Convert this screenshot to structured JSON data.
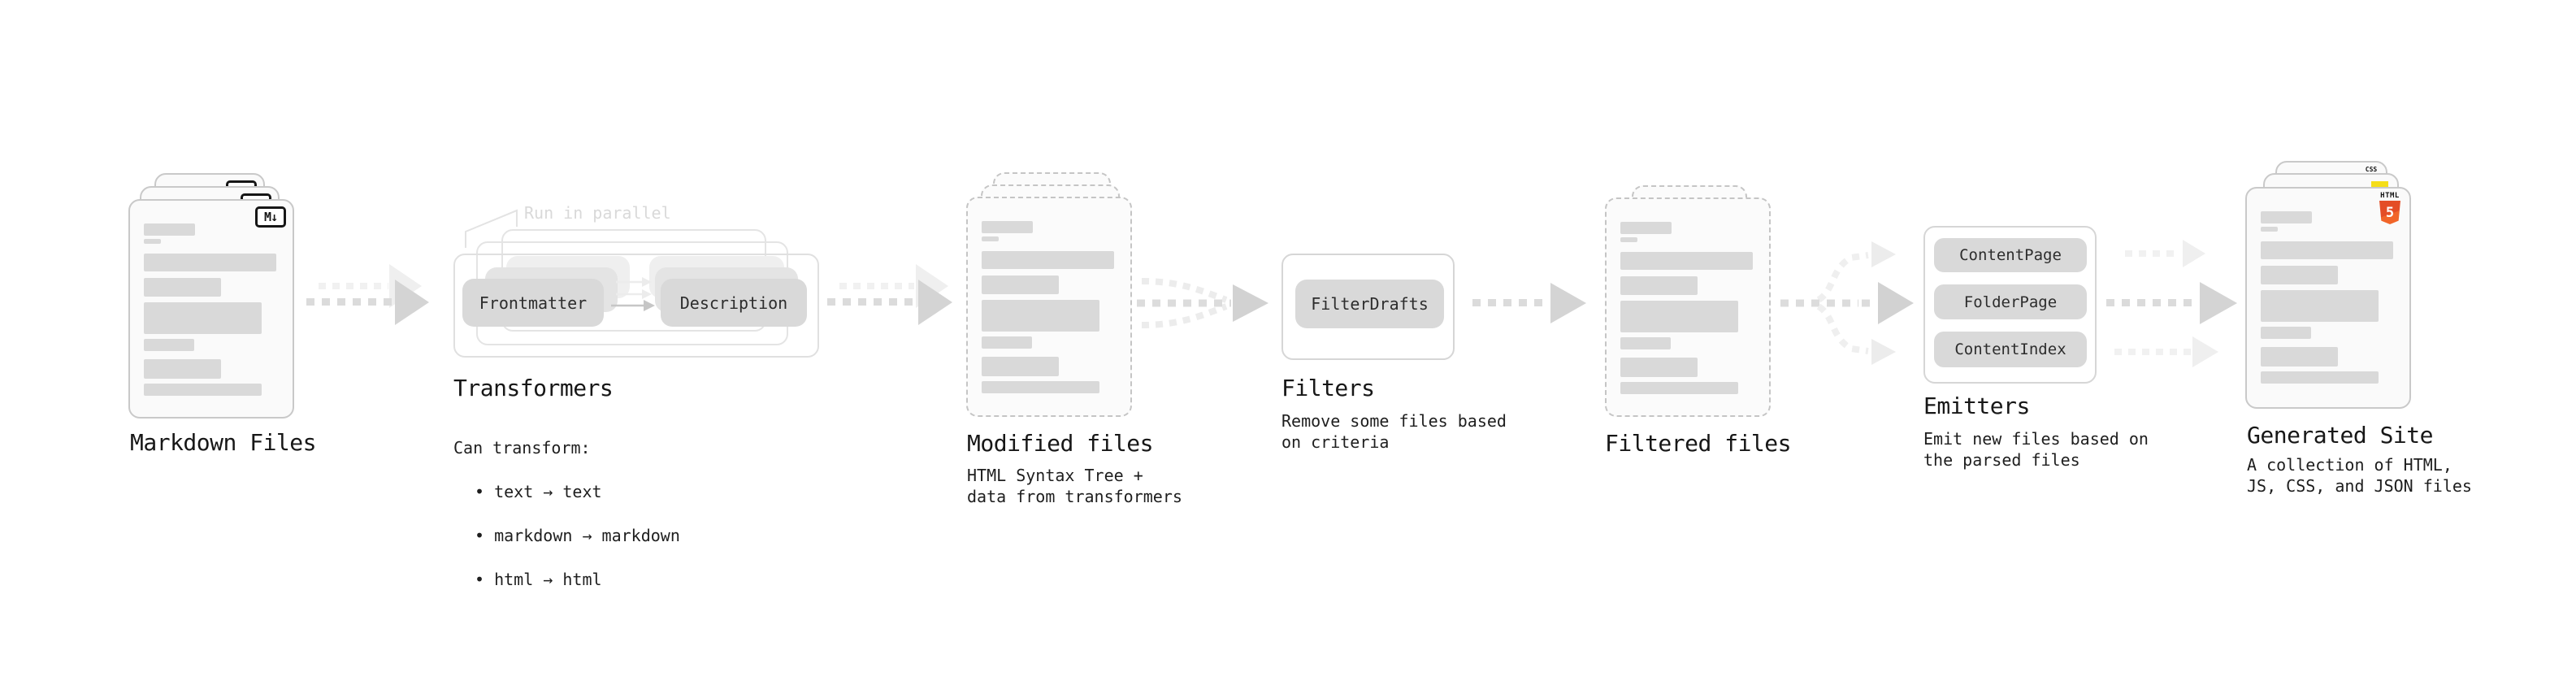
{
  "colors": {
    "html5_orange": "#e44d26",
    "js_yellow": "#f5de19",
    "css_blue": "#2965f1",
    "illustration_gray": "#d9d9d9"
  },
  "markdown": {
    "title": "Markdown Files",
    "badge": "M↓"
  },
  "transformers": {
    "note": "Run in parallel",
    "pill_frontmatter": "Frontmatter",
    "pill_description": "Description",
    "title": "Transformers",
    "desc_heading": "Can transform:",
    "bullets": [
      "• text → text",
      "• markdown → markdown",
      "• html → html"
    ]
  },
  "modified": {
    "title": "Modified files",
    "subtitle": "HTML Syntax Tree +\ndata from transformers"
  },
  "filters": {
    "pill": "FilterDrafts",
    "title": "Filters",
    "subtitle": "Remove some files based\non criteria"
  },
  "filtered": {
    "title": "Filtered files"
  },
  "emitters": {
    "pills": [
      "ContentPage",
      "FolderPage",
      "ContentIndex"
    ],
    "title": "Emitters",
    "subtitle": "Emit new files based on\nthe parsed files"
  },
  "generated": {
    "title": "Generated Site",
    "subtitle": "A collection of HTML,\nJS, CSS, and JSON files",
    "badge_html_label": "HTML",
    "badge_html_number": "5",
    "badge_css_label": "CSS"
  }
}
